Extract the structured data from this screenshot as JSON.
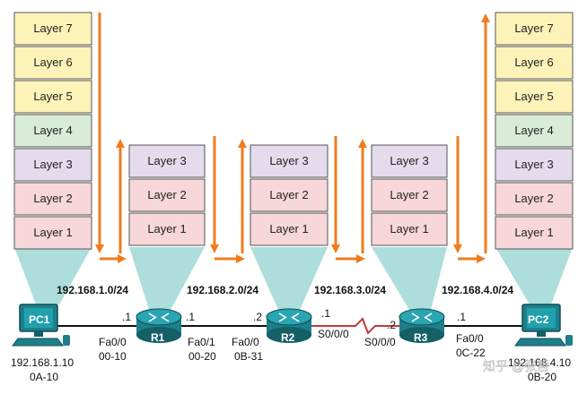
{
  "colors": {
    "layer7": "#fdf3b8",
    "layer6": "#fdf3b8",
    "layer5": "#fdf3b8",
    "layer4": "#d9ecd7",
    "layer3": "#e4dcec",
    "layer2": "#f7d7d9",
    "layer1": "#f7d7d9",
    "arrow": "#f07c1e",
    "funnel": "#9fd8d5",
    "device": "#1d7f8a"
  },
  "stacks": {
    "pc1": [
      "Layer 7",
      "Layer 6",
      "Layer 5",
      "Layer 4",
      "Layer 3",
      "Layer 2",
      "Layer 1"
    ],
    "r1": [
      "Layer 3",
      "Layer 2",
      "Layer 1"
    ],
    "r2": [
      "Layer 3",
      "Layer 2",
      "Layer 1"
    ],
    "r3": [
      "Layer 3",
      "Layer 2",
      "Layer 1"
    ],
    "pc2": [
      "Layer 7",
      "Layer 6",
      "Layer 5",
      "Layer 4",
      "Layer 3",
      "Layer 2",
      "Layer 1"
    ]
  },
  "networks": [
    "192.168.1.0/24",
    "192.168.2.0/24",
    "192.168.3.0/24",
    "192.168.4.0/24"
  ],
  "devices": {
    "pc1": {
      "name": "PC1",
      "ip": "192.168.1.10",
      "mac": "0A-10"
    },
    "r1": {
      "name": "R1"
    },
    "r2": {
      "name": "R2"
    },
    "r3": {
      "name": "R3"
    },
    "pc2": {
      "name": "PC2",
      "ip": "192.168.4.10",
      "mac": "0B-20"
    }
  },
  "interfaces": {
    "r1_left_host": ".1",
    "r1_right_host": ".1",
    "r1_fa00": "Fa0/0",
    "r1_fa00_mac": "00-10",
    "r1_fa01": "Fa0/1",
    "r1_fa01_mac": "00-20",
    "r2_left_host": ".2",
    "r2_right_host": ".1",
    "r2_fa00": "Fa0/0",
    "r2_fa00_mac": "0B-31",
    "r2_s000": "S0/0/0",
    "r3_left_host": ".2",
    "r3_right_host": ".1",
    "r3_s000": "S0/0/0",
    "r3_fa00": "Fa0/0",
    "r3_fa00_mac": "0C-22"
  },
  "watermark": "知乎 @张哲"
}
